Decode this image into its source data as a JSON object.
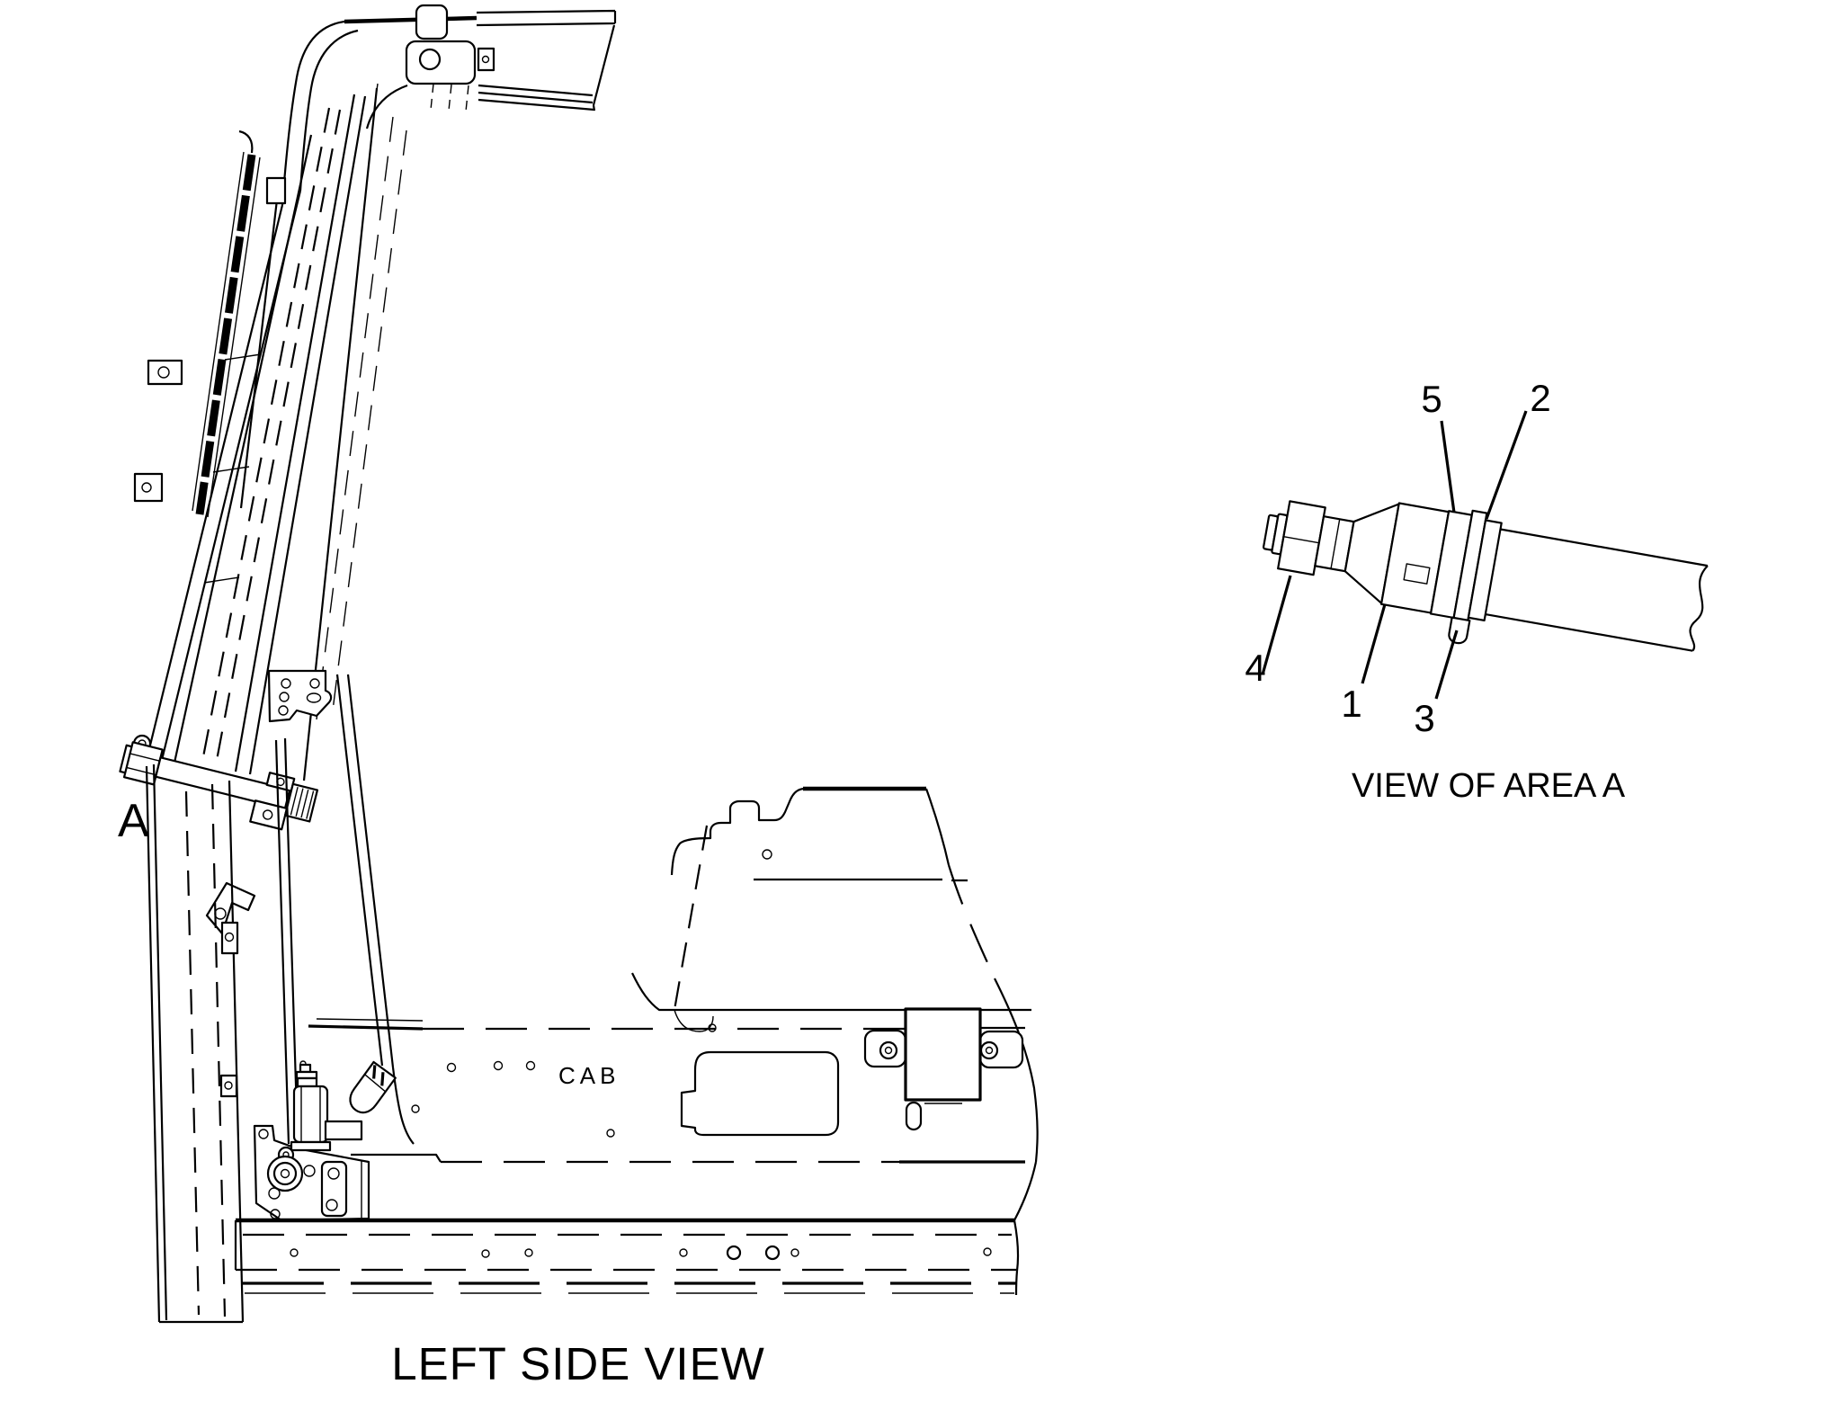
{
  "drawing": {
    "background": "#ffffff",
    "ink": "#000000",
    "main_view": {
      "caption": "LEFT SIDE VIEW",
      "cab_label": "CAB",
      "area_marker": "A"
    },
    "detail_view": {
      "caption": "VIEW OF AREA A",
      "callouts": [
        {
          "label": "5"
        },
        {
          "label": "2"
        },
        {
          "label": "4"
        },
        {
          "label": "1"
        },
        {
          "label": "3"
        }
      ]
    }
  }
}
